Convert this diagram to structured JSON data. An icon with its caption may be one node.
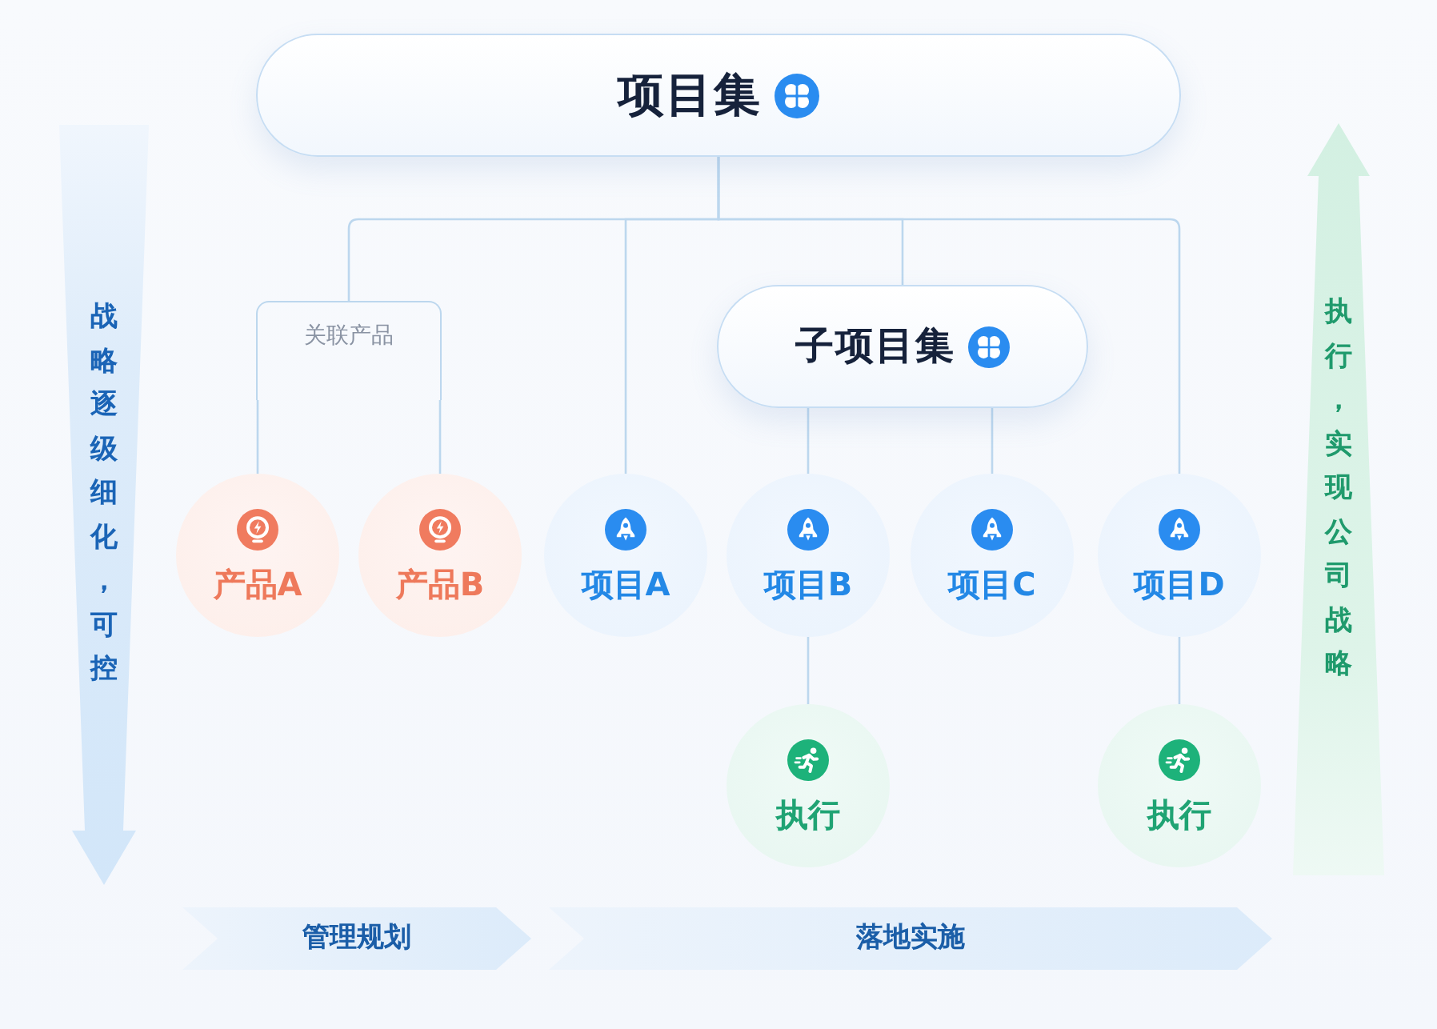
{
  "diagram": {
    "nodes": [
      {
        "text": [
          "项目集"
        ]
      },
      {
        "text": [
          "关联产品"
        ]
      },
      {
        "text": [
          "产品A"
        ]
      },
      {
        "text": [
          "产品B"
        ]
      },
      {
        "text": [
          "项目A"
        ]
      },
      {
        "text": [
          "子项目集"
        ]
      },
      {
        "text": [
          "项目B"
        ]
      },
      {
        "text": [
          "项目C"
        ]
      },
      {
        "text": [
          "项目D"
        ]
      },
      {
        "text": [
          "执行"
        ]
      },
      {
        "text": [
          "执行"
        ]
      },
      {
        "text": [
          "战略逐级细化，可控"
        ]
      },
      {
        "text": [
          "执行，实现公司战略"
        ]
      },
      {
        "text": [
          "管理规划"
        ]
      },
      {
        "text": [
          "落地实施"
        ]
      }
    ],
    "edges": [
      {
        "from": 0,
        "to": 1,
        "arrow": "none"
      },
      {
        "from": 0,
        "to": 4,
        "arrow": "none"
      },
      {
        "from": 0,
        "to": 5,
        "arrow": "none"
      },
      {
        "from": 0,
        "to": 8,
        "arrow": "none"
      },
      {
        "from": 1,
        "to": 2,
        "arrow": "none"
      },
      {
        "from": 1,
        "to": 3,
        "arrow": "none"
      },
      {
        "from": 5,
        "to": 6,
        "arrow": "none"
      },
      {
        "from": 5,
        "to": 7,
        "arrow": "none"
      },
      {
        "from": 6,
        "to": 9,
        "arrow": "none"
      },
      {
        "from": 8,
        "to": 10,
        "arrow": "none"
      }
    ]
  }
}
